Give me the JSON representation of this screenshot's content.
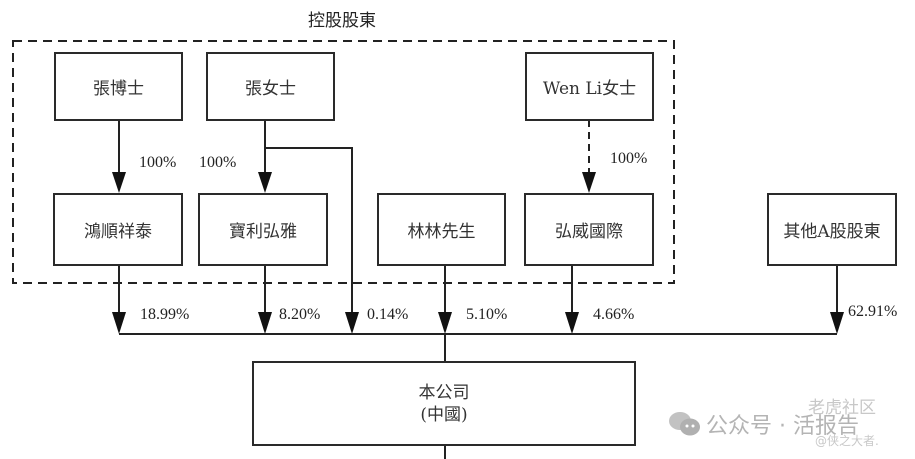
{
  "group_title": "控股股東",
  "top_row": [
    {
      "id": "dr-zhang",
      "label": "張博士"
    },
    {
      "id": "ms-zhang",
      "label": "張女士"
    },
    {
      "id": "wen-li",
      "label": "Wen Li女士"
    }
  ],
  "middle_row": [
    {
      "id": "hongshun",
      "label": "鴻順祥泰"
    },
    {
      "id": "baoli",
      "label": "寶利弘雅"
    },
    {
      "id": "linlin",
      "label": "林林先生"
    },
    {
      "id": "hongwei",
      "label": "弘威國際"
    },
    {
      "id": "other-a",
      "label": "其他A股股東"
    }
  ],
  "upper_percentages": {
    "dr_zhang_to_hongshun": "100%",
    "ms_zhang_to_baoli": "100%",
    "wen_li_to_hongwei": "100%"
  },
  "lower_percentages": {
    "hongshun": "18.99%",
    "baoli": "8.20%",
    "ms_zhang_direct": "0.14%",
    "linlin": "5.10%",
    "hongwei": "4.66%",
    "other_a": "62.91%"
  },
  "company": {
    "name": "本公司",
    "location": "(中國)"
  },
  "watermark": {
    "text1": "公众号 · 活报告",
    "text2": "老虎社区",
    "text3": "@侠之大者."
  }
}
